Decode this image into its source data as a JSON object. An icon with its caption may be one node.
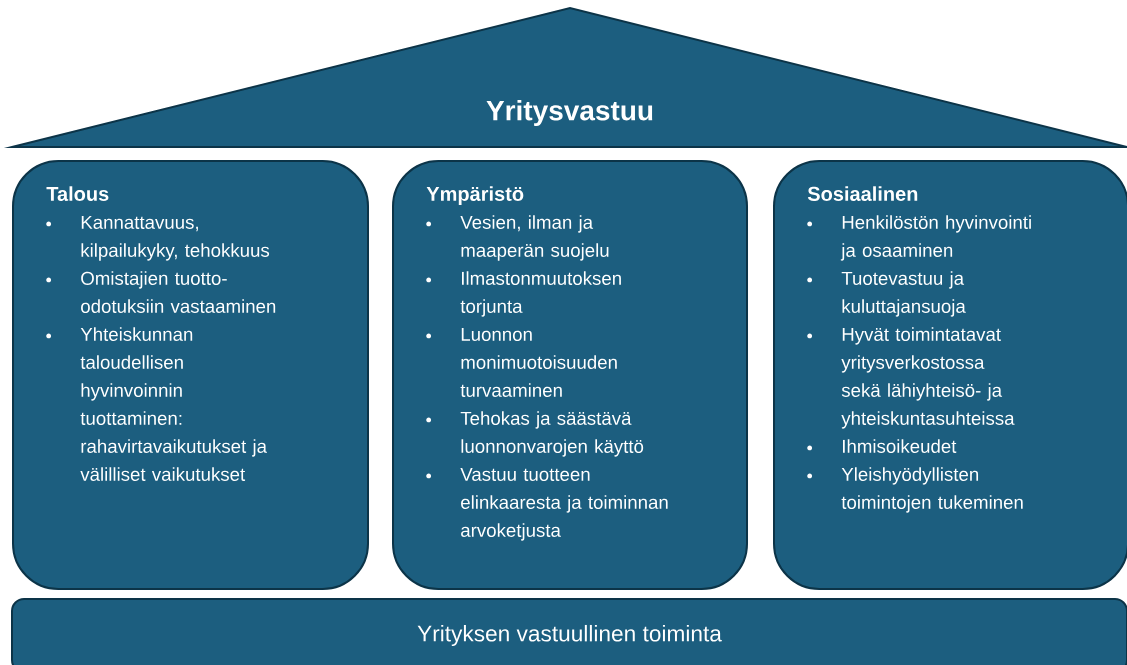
{
  "diagram": {
    "nodes": [
      {
        "text": [
          "Yritysvastuu"
        ]
      },
      {
        "text": [
          "Talous",
          "Kannattavuus, kilpailukyky, tehokkuus",
          "Omistajien tuotto-odotuksiin vastaaminen",
          "Yhteiskunnan taloudellisen hyvinvoinnin tuottaminen: rahavirtavaikutukset ja välilliset vaikutukset"
        ]
      },
      {
        "text": [
          "Ympäristö",
          "Vesien, ilman ja maaperän suojelu",
          "Ilmastonmuutoksen torjunta",
          "Luonnon monimuotoisuuden turvaaminen",
          "Tehokas ja säästävä luonnonvarojen käyttö",
          "Vastuu tuotteen elinkaaresta ja toiminnan arvoketjusta"
        ]
      },
      {
        "text": [
          "Sosiaalinen",
          "Henkilöstön hyvinvointi ja osaaminen",
          "Tuotevastuu ja kuluttajansuoja",
          "Hyvät toimintatavat yritysverkostossa sekä lähiyhteisö- ja yhteiskuntasuhteissa",
          "Ihmisoikeudet",
          "Yleishyödyllisten toimintojen tukeminen"
        ]
      },
      {
        "text": [
          "Yrityksen vastuullinen toiminta"
        ]
      }
    ]
  }
}
